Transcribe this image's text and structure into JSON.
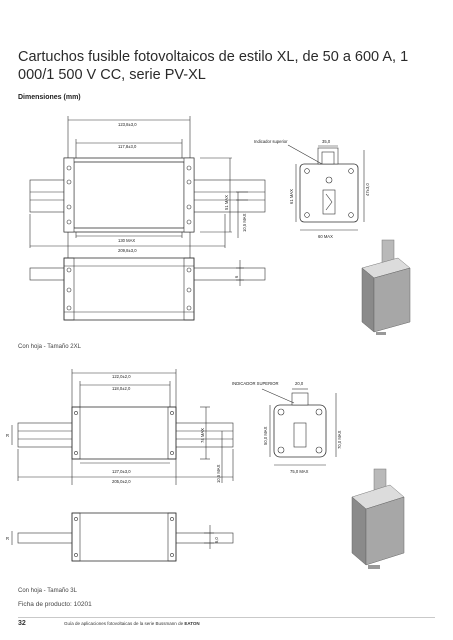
{
  "title": "Cartuchos fusible fotovoltaicos de estilo XL, de 50 a 600 A, 1 000/1 500 V CC, serie PV-XL",
  "subhead": "Dimensiones (mm)",
  "diagram1": {
    "dim_top_outer": "123,8±3,0",
    "dim_top_inner": "117,8±3,0",
    "dim_bottom_a": "130 MAX",
    "dim_bottom_b": "209,8±3,0",
    "dim_height": "51 MAX",
    "dim_blade": "10,5 MAX",
    "dim_thick": "6",
    "indicator_label": "Indicador superior",
    "side_top": "35,0",
    "side_height_a": "61 MAX",
    "side_height_b": "47±3,0",
    "side_width": "60 MAX",
    "caption": "Con hoja - Tamaño 2XL"
  },
  "diagram2": {
    "dim_top_outer": "122,0±2,0",
    "dim_top_inner": "118,0±2,0",
    "dim_bottom_a": "127,0±3,0",
    "dim_bottom_b": "205,0±2,0",
    "dim_height": "74 MAX",
    "dim_blade": "10,5 MAX",
    "dim_thick": "6,0",
    "dim_left": "R",
    "dim_left_b": "R",
    "indicator_label": "INDICADOR SUPERIOR",
    "side_top": "20,0",
    "side_height_a": "50,0 MAX",
    "side_height_b": "70,0 MAX",
    "side_width": "75,0 MAX",
    "caption": "Con hoja - Tamaño 3L"
  },
  "product_ref": "Ficha de producto: 10201",
  "footer": {
    "page": "32",
    "text": "Guía de aplicaciones fotovoltaicas de la serie Bussmann de",
    "brand": "EATON"
  }
}
